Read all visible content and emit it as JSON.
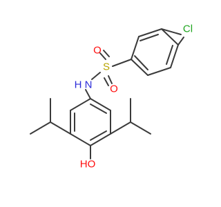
{
  "molecule": {
    "atoms": {
      "chlorine": "Cl",
      "sulfur": "S",
      "oxygen_top": "O",
      "oxygen_bottom": "O",
      "nitrogen": "N",
      "hydrogen_on_n": "H",
      "hydroxyl": "HO"
    },
    "colors": {
      "bond": "#3a3a3a",
      "chlorine": "#1fa51f",
      "sulfur": "#b8a400",
      "oxygen": "#ff0d0d",
      "nitrogen": "#2a2ad8"
    }
  }
}
